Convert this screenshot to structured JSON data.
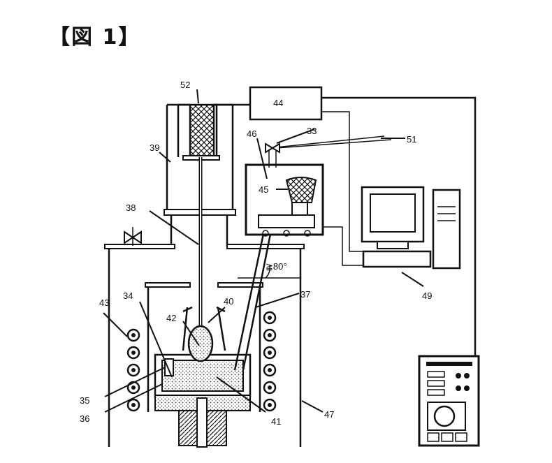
{
  "figure": {
    "title": "【図 1】"
  },
  "labels": {
    "l33": "33",
    "l34": "34",
    "l35": "35",
    "l36": "36",
    "l37": "37",
    "l38": "38",
    "l39": "39",
    "l40": "40",
    "l41": "41",
    "l42": "42",
    "l43": "43",
    "l44": "44",
    "l45": "45",
    "l46": "46",
    "l47": "47",
    "l49": "49",
    "l51": "51",
    "l52": "52",
    "angle": "≧80°"
  }
}
